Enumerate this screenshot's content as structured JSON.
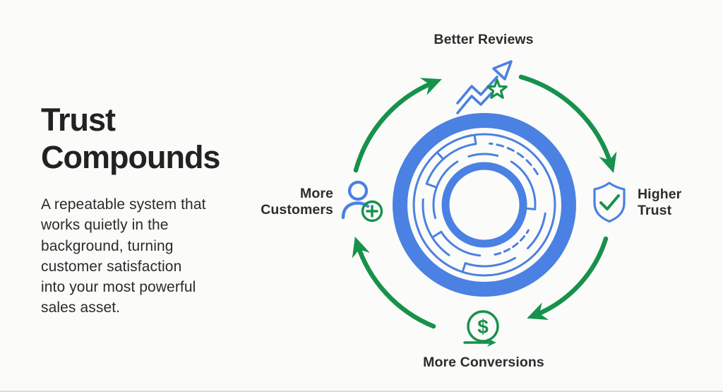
{
  "theme": {
    "blue": "#4a81e2",
    "green": "#17914b",
    "text-dark": "#222222",
    "text-body": "#2b2b2b",
    "bg": "#fbfbf9",
    "edge": "#ddddd9"
  },
  "left_panel": {
    "title_line1": "Trust",
    "title_line2": "Compounds",
    "description_lines": [
      "A repeatable system that",
      "works quietly in the",
      "background, turning",
      "customer satisfaction",
      "into your most powerful",
      "sales asset."
    ]
  },
  "diagram": {
    "nodes": [
      {
        "id": "better-reviews",
        "position": "top",
        "label": "Better Reviews",
        "icon": "trend-up-star-icon"
      },
      {
        "id": "higher-trust",
        "position": "right",
        "label_line1": "Higher",
        "label_line2": "Trust",
        "icon": "shield-check-icon"
      },
      {
        "id": "more-conversions",
        "position": "bottom",
        "label": "More Conversions",
        "icon": "dollar-cycle-icon"
      },
      {
        "id": "more-customers",
        "position": "left",
        "label_line1": "More",
        "label_line2": "Customers",
        "icon": "person-add-icon"
      }
    ],
    "dollar_symbol": "$"
  }
}
